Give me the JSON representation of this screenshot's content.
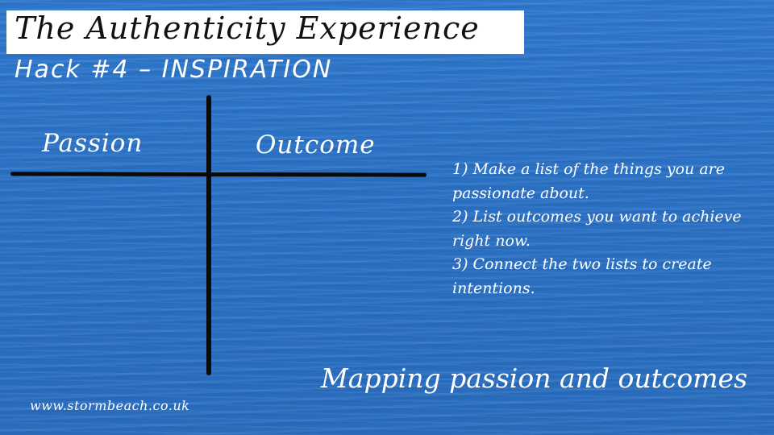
{
  "slide": {
    "title": "The Authenticity Experience",
    "subtitle": "Hack #4 – INSPIRATION",
    "columns": {
      "left": "Passion",
      "right": "Outcome"
    },
    "steps": [
      "1)  Make a list of the things you are passionate about.",
      "2)  List outcomes you want to achieve right now.",
      "3)  Connect the two lists to create intentions."
    ],
    "tagline": "Mapping passion and outcomes",
    "website": "www.stormbeach.co.uk"
  },
  "colors": {
    "background": "#2a73c9",
    "title_box": "#ffffff",
    "ink": "#0a0a0a",
    "text": "#ffffff"
  }
}
